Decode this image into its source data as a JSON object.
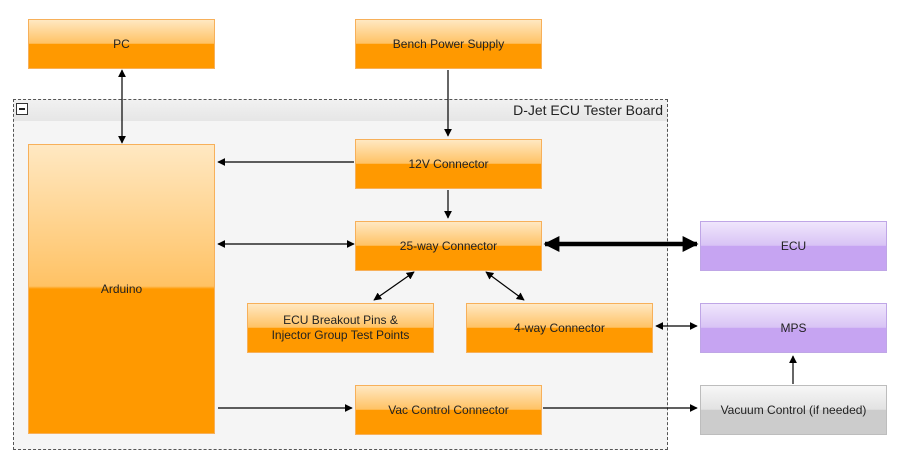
{
  "group": {
    "title": "D-Jet ECU Tester Board"
  },
  "nodes": {
    "pc": "PC",
    "bench_power_supply": "Bench Power Supply",
    "arduino": "Arduino",
    "connector_12v": "12V Connector",
    "connector_25way": "25-way Connector",
    "ecu": "ECU",
    "ecu_breakout": "ECU Breakout Pins & Injector Group Test Points",
    "connector_4way": "4-way Connector",
    "mps": "MPS",
    "vac_control_connector": "Vac Control Connector",
    "vacuum_control": "Vacuum Control (if needed)"
  },
  "colors": {
    "orange_node": "#ff9900",
    "purple_node": "#c6a4f2",
    "gray_node": "#cccccc",
    "edge": "#000000",
    "group_background": "#f5f5f5"
  },
  "edges": [
    {
      "from": "pc",
      "to": "arduino",
      "direction": "both"
    },
    {
      "from": "bench_power_supply",
      "to": "connector_12v",
      "direction": "forward"
    },
    {
      "from": "connector_12v",
      "to": "arduino",
      "direction": "forward"
    },
    {
      "from": "connector_12v",
      "to": "connector_25way",
      "direction": "forward"
    },
    {
      "from": "arduino",
      "to": "connector_25way",
      "direction": "both"
    },
    {
      "from": "connector_25way",
      "to": "ecu",
      "direction": "both",
      "weight": "bold"
    },
    {
      "from": "connector_25way",
      "to": "ecu_breakout",
      "direction": "both"
    },
    {
      "from": "connector_25way",
      "to": "connector_4way",
      "direction": "both"
    },
    {
      "from": "connector_4way",
      "to": "mps",
      "direction": "both"
    },
    {
      "from": "arduino",
      "to": "vac_control_connector",
      "direction": "forward"
    },
    {
      "from": "vac_control_connector",
      "to": "vacuum_control",
      "direction": "forward"
    },
    {
      "from": "vacuum_control",
      "to": "mps",
      "direction": "forward"
    }
  ]
}
